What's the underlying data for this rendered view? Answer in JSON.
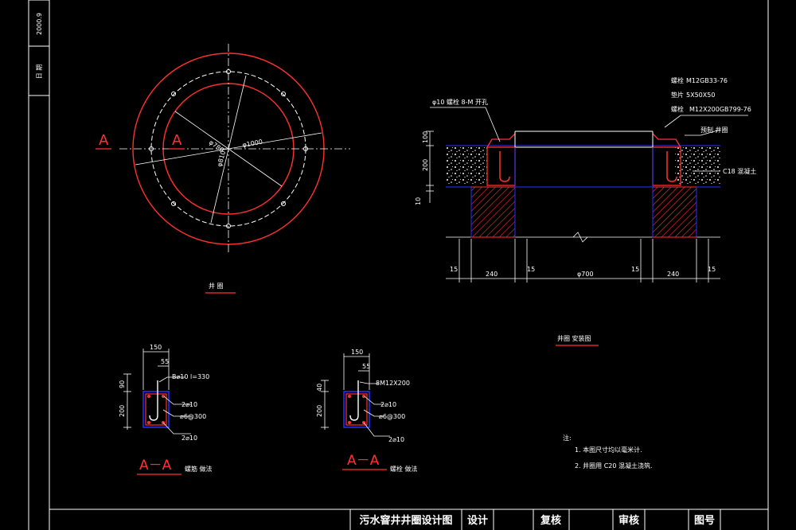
{
  "title_block": {
    "drawing_title": "污水窨井井圈设计图",
    "design_label": "设计",
    "review_label": "复核",
    "audit_label": "审核",
    "drawing_no_label": "图号",
    "date_value": "2000.9",
    "date_label": "日 期"
  },
  "plan_view": {
    "section_mark": "A",
    "dim_outer": "φ1000",
    "dim_mid": "φ780",
    "dim_inner": "φ810",
    "caption": "井 圈"
  },
  "install_view": {
    "caption": "井圈 安装图",
    "callout_bolt_left": "φ10 螺栓 8-M 开孔",
    "callout_bolt": "螺栓",
    "callout_bolt_spec": "M12GB33-76",
    "callout_plate": "垫片",
    "callout_plate_spec": "5X50X50",
    "callout_screw": "螺栓",
    "callout_screw_spec": "M12X200GB799-76",
    "callout_cover": "预制 井圈",
    "callout_concrete": "C18 混凝土",
    "dim_100": "100",
    "dim_200": "200",
    "dim_10": "10",
    "dims_bottom": [
      "15",
      "240",
      "15",
      "φ700",
      "15",
      "240",
      "15"
    ]
  },
  "sections": [
    {
      "caption_mark": "A－A",
      "caption_note": "螺筋 做法",
      "dim_width": "150",
      "dim_55": "55",
      "dim_top": "90",
      "dim_height": "200",
      "label_rebar": "B⌀10 l=330",
      "label_top": "2⌀10",
      "label_stirrup": "⌀6@300",
      "label_bottom": "2⌀10"
    },
    {
      "caption_mark": "A－A",
      "caption_note": "螺栓 做法",
      "dim_width": "150",
      "dim_55": "55",
      "dim_top": "40",
      "dim_height": "200",
      "label_rebar": "8M12X200",
      "label_top": "2⌀10",
      "label_stirrup": "⌀6@300",
      "label_bottom": "2⌀10"
    }
  ],
  "notes": {
    "heading": "注:",
    "items": [
      "1. 本图尺寸均以毫米计.",
      "2. 井圈用 C20 混凝土浇筑."
    ]
  }
}
